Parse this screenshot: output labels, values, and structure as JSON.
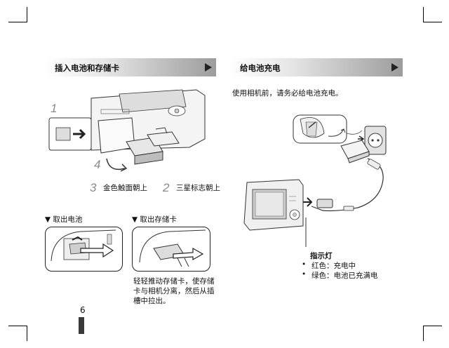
{
  "left_section": {
    "title": "插入电池和存储卡"
  },
  "right_section": {
    "title": "给电池充电",
    "intro": "使用相机前，请务必给电池充电。"
  },
  "steps": {
    "step1_number": "1",
    "step4_number": "4",
    "step3_number": "3",
    "step3_label": "金色触面朝上",
    "step2_number": "2",
    "step2_label": "三星标志朝上"
  },
  "remove_battery": {
    "heading": "▼ 取出电池"
  },
  "remove_card": {
    "heading": "▼ 取出存储卡",
    "caption": [
      "轻轻推动存储卡，使存储",
      "卡与相机分离，然后从插",
      "槽中拉出。"
    ]
  },
  "indicator": {
    "title": "指示灯",
    "items": [
      "红色：充电中",
      "绿色：电池已充满电"
    ]
  },
  "page_number": "6"
}
